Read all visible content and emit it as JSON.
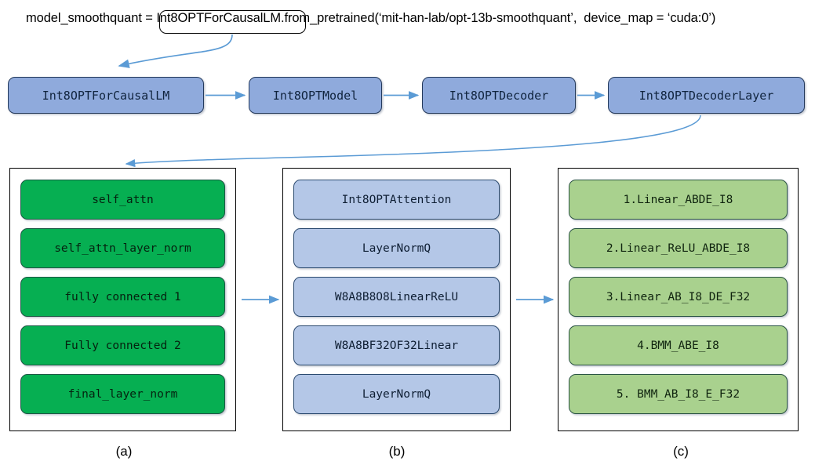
{
  "code": {
    "prefix": "model_smoothquant = ",
    "full_line": "model_smoothquant = Int8OPTForCausalLM.from_pretrained(‘mit-han-lab/opt-13b-smoothquant’,  device_map = ‘cuda:0’)",
    "highlighted_fragment": "Int8OPTForCausalLM.f"
  },
  "pipeline": {
    "boxes": [
      {
        "label": "Int8OPTForCausalLM"
      },
      {
        "label": "Int8OPTModel"
      },
      {
        "label": "Int8OPTDecoder"
      },
      {
        "label": "Int8OPTDecoderLayer"
      }
    ]
  },
  "panels": [
    {
      "id": "a",
      "caption": "(a)",
      "style": "green",
      "items": [
        {
          "label": "self_attn"
        },
        {
          "label": "self_attn_layer_norm"
        },
        {
          "label": "fully connected 1"
        },
        {
          "label": "Fully connected 2"
        },
        {
          "label": "final_layer_norm"
        }
      ]
    },
    {
      "id": "b",
      "caption": "(b)",
      "style": "blue",
      "items": [
        {
          "label": "Int8OPTAttention"
        },
        {
          "label": "LayerNormQ"
        },
        {
          "label": "W8A8B8O8LinearReLU"
        },
        {
          "label": "W8A8BF32OF32Linear"
        },
        {
          "label": "LayerNormQ"
        }
      ]
    },
    {
      "id": "c",
      "caption": "(c)",
      "style": "lgreen",
      "items": [
        {
          "label": "1.Linear_ABDE_I8"
        },
        {
          "label": "2.Linear_ReLU_ABDE_I8"
        },
        {
          "label": "3.Linear_AB_I8_DE_F32"
        },
        {
          "label": "4.BMM_ABE_I8"
        },
        {
          "label": "5. BMM_AB_I8_E_F32"
        }
      ]
    }
  ],
  "colors": {
    "pipeline_box_fill": "#8FAADC",
    "pipeline_box_border": "#23395B",
    "green_fill": "#06AF52",
    "blue_fill": "#B4C7E7",
    "light_green_fill": "#A9D18E",
    "arrow": "#5B9BD5",
    "panel_border": "#000000"
  }
}
